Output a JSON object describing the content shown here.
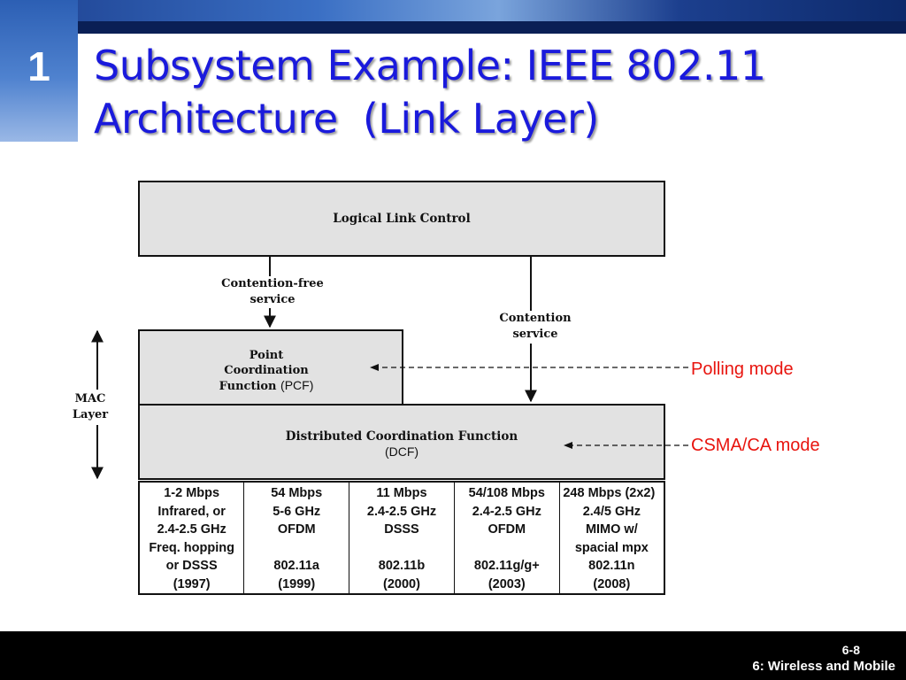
{
  "slide": {
    "number": "1",
    "title_line1": "Subsystem Example: IEEE 802.11",
    "title_line2": "Architecture  (Link Layer)"
  },
  "diagram": {
    "llc": "Logical Link Control",
    "cf_service_line1": "Contention-free",
    "cf_service_line2": "service",
    "c_service_line1": "Contention",
    "c_service_line2": "service",
    "mac_line1": "MAC",
    "mac_line2": "Layer",
    "pcf_line1": "Point",
    "pcf_line2": "Coordination",
    "pcf_line3": "Function",
    "pcf_abbr": "(PCF)",
    "dcf_label": "Distributed Coordination Function",
    "dcf_abbr": "(DCF)",
    "polling": "Polling mode",
    "csma": "CSMA/CA mode"
  },
  "standards": [
    {
      "lines": [
        "1-2 Mbps",
        "Infrared, or",
        "2.4-2.5 GHz",
        "Freq. hopping",
        "or DSSS",
        "(1997)"
      ]
    },
    {
      "lines": [
        "54 Mbps",
        "5-6 GHz",
        "OFDM",
        "",
        "802.11a",
        "(1999)"
      ]
    },
    {
      "lines": [
        "11 Mbps",
        "2.4-2.5 GHz",
        "DSSS",
        "",
        "802.11b",
        "(2000)"
      ]
    },
    {
      "lines": [
        "54/108 Mbps",
        "2.4-2.5 GHz",
        "OFDM",
        "",
        "802.11g/g+",
        "(2003)"
      ]
    },
    {
      "lines": [
        "248 Mbps (2x2)",
        "2.4/5 GHz",
        "MIMO w/",
        "spacial mpx",
        "802.11n",
        "(2008)"
      ]
    }
  ],
  "footer": {
    "page": "6-8",
    "chapter": "6: Wireless and Mobile"
  },
  "colors": {
    "title": "#1a1adc",
    "annotation": "#e8140e",
    "box_fill": "#e2e2e2",
    "top_band": "#1c3f8e"
  }
}
